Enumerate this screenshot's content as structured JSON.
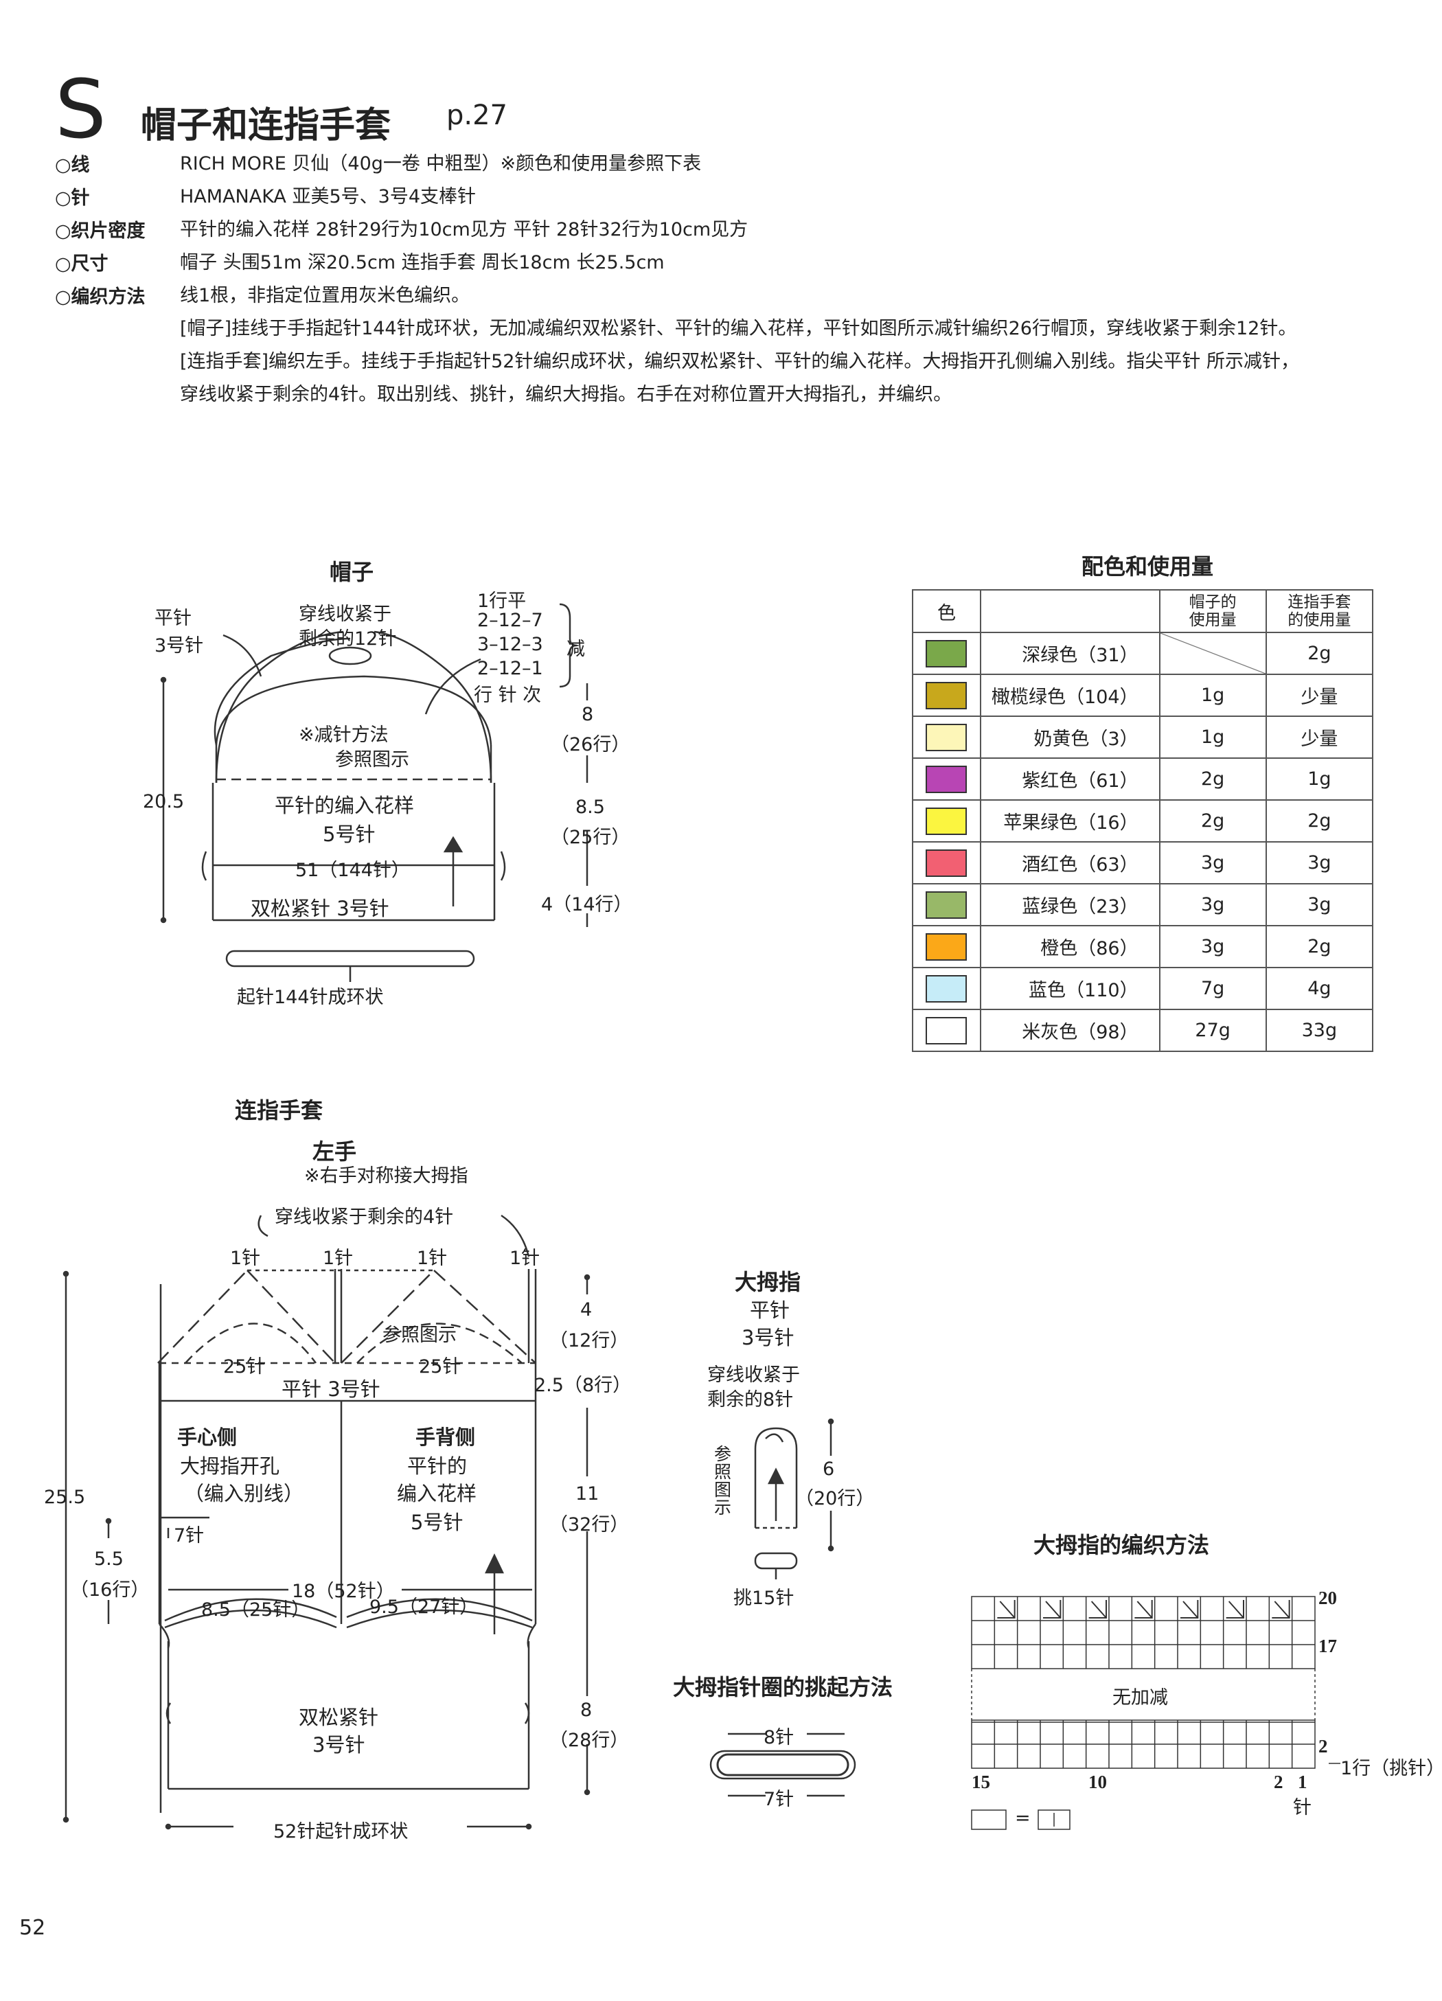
{
  "header": {
    "letter": "S",
    "title": "帽子和连指手套",
    "page_ref": "p.27"
  },
  "specs": [
    {
      "label": "○线",
      "value": "RICH MORE 贝仙（40g一卷  中粗型）※颜色和使用量参照下表"
    },
    {
      "label": "○针",
      "value": "HAMANAKA 亚美5号、3号4支棒针"
    },
    {
      "label": "○织片密度",
      "value": "平针的编入花样  28针29行为10cm见方  平针  28针32行为10cm见方"
    },
    {
      "label": "○尺寸",
      "value": "帽子  头围51m  深20.5cm  连指手套  周长18cm  长25.5cm"
    },
    {
      "label": "○编织方法",
      "value": "线1根，非指定位置用灰米色编织。"
    }
  ],
  "method_lines": [
    "[帽子]挂线于手指起针144针成环状，无加减编织双松紧针、平针的编入花样，平针如图所示减针编织26行帽顶，穿线收紧于剩余12针。",
    "[连指手套]编织左手。挂线于手指起针52针编织成环状，编织双松紧针、平针的编入花样。大拇指开孔侧编入别线。指尖平针 所示减针，",
    "穿线收紧于剩余的4针。取出别线、挑针，编织大拇指。右手在对称位置开大拇指孔，并编织。"
  ],
  "hat": {
    "title": "帽子",
    "stitch_label_1": "平针",
    "stitch_label_2": "3号针",
    "top_note_1": "穿线收紧于",
    "top_note_2": "剩余的12针",
    "dec_rows": [
      "1行平",
      "2–12–7",
      "3–12–3",
      "2–12–1",
      "行 针 次"
    ],
    "dec_word": "减",
    "inner_note_1": "※减针方法",
    "inner_note_2": "参照图示",
    "pattern_1": "平针的编入花样",
    "pattern_2": "5号针",
    "width_label": "51（144针）",
    "rib_label": "双松紧针   3号针",
    "height_total": "20.5",
    "dim_top_1": "8",
    "dim_top_2": "（26行）",
    "dim_mid_1": "8.5",
    "dim_mid_2": "（25行）",
    "dim_bot": "4（14行）",
    "cast_on": "起针144针成环状"
  },
  "color_table": {
    "title": "配色和使用量",
    "headers": [
      "色",
      "",
      "帽子的\n使用量",
      "连指手套\n的使用量"
    ],
    "rows": [
      {
        "name": "深绿色（31）",
        "hat": "",
        "mitten": "2g",
        "color": "#7aa84a"
      },
      {
        "name": "橄榄绿色（104）",
        "hat": "1g",
        "mitten": "少量",
        "color": "#c8a81c"
      },
      {
        "name": "奶黄色（3）",
        "hat": "1g",
        "mitten": "少量",
        "color": "#fdf6b8"
      },
      {
        "name": "紫红色（61）",
        "hat": "2g",
        "mitten": "1g",
        "color": "#b845b4"
      },
      {
        "name": "苹果绿色（16）",
        "hat": "2g",
        "mitten": "2g",
        "color": "#fbf540"
      },
      {
        "name": "酒红色（63）",
        "hat": "3g",
        "mitten": "3g",
        "color": "#f26072"
      },
      {
        "name": "蓝绿色（23）",
        "hat": "3g",
        "mitten": "3g",
        "color": "#98b868"
      },
      {
        "name": "橙色（86）",
        "hat": "3g",
        "mitten": "2g",
        "color": "#fba818"
      },
      {
        "name": "蓝色（110）",
        "hat": "7g",
        "mitten": "4g",
        "color": "#c6ecf8"
      },
      {
        "name": "米灰色（98）",
        "hat": "27g",
        "mitten": "33g",
        "color": "#ffffff"
      }
    ]
  },
  "mitten": {
    "title": "连指手套",
    "subtitle": "左手",
    "note": "※右手对称接大拇指",
    "top_note": "穿线收紧于剩余的4针",
    "one_st": "1针",
    "ref_fig": "参照图示",
    "sts_25": "25针",
    "stockinette": "平针   3号针",
    "palm_title": "手心侧",
    "palm_1": "大拇指开孔",
    "palm_2": "（编入别线）",
    "palm_3": "7针",
    "back_title": "手背侧",
    "back_1": "平针的",
    "back_2": "编入花样",
    "back_3": "5号针",
    "width_top": "18（52针）",
    "width_left": "8.5（25针）",
    "width_right": "9.5（27针）",
    "rib_1": "双松紧针",
    "rib_2": "3号针",
    "cast_on": "52针起针成环状",
    "height_total": "25.5",
    "thumb_pos_1": "5.5",
    "thumb_pos_2": "（16行）",
    "dim_a_1": "4",
    "dim_a_2": "（12行）",
    "dim_b": "2.5（8行）",
    "dim_c_1": "11",
    "dim_c_2": "（32行）",
    "dim_d_1": "8",
    "dim_d_2": "（28行）"
  },
  "thumb": {
    "title": "大拇指",
    "stitch_1": "平针",
    "stitch_2": "3号针",
    "top_1": "穿线收紧于",
    "top_2": "剩余的8针",
    "ref": "参照图示",
    "dim_1": "6",
    "dim_2": "（20行）",
    "pickup": "挑15针"
  },
  "pickup_fig": {
    "title": "大拇指针圈的挑起方法",
    "top": "8针",
    "bottom": "7针"
  },
  "thumb_chart": {
    "title": "大拇指的编织方法",
    "row_20": "20",
    "row_17": "17",
    "middle": "无加减",
    "row_2": "2",
    "row_1": "1行（挑针）",
    "col_15": "15",
    "col_10": "10",
    "col_2": "2",
    "col_1": "1",
    "col_unit": "针",
    "legend_eq": "="
  },
  "page_number": "52"
}
